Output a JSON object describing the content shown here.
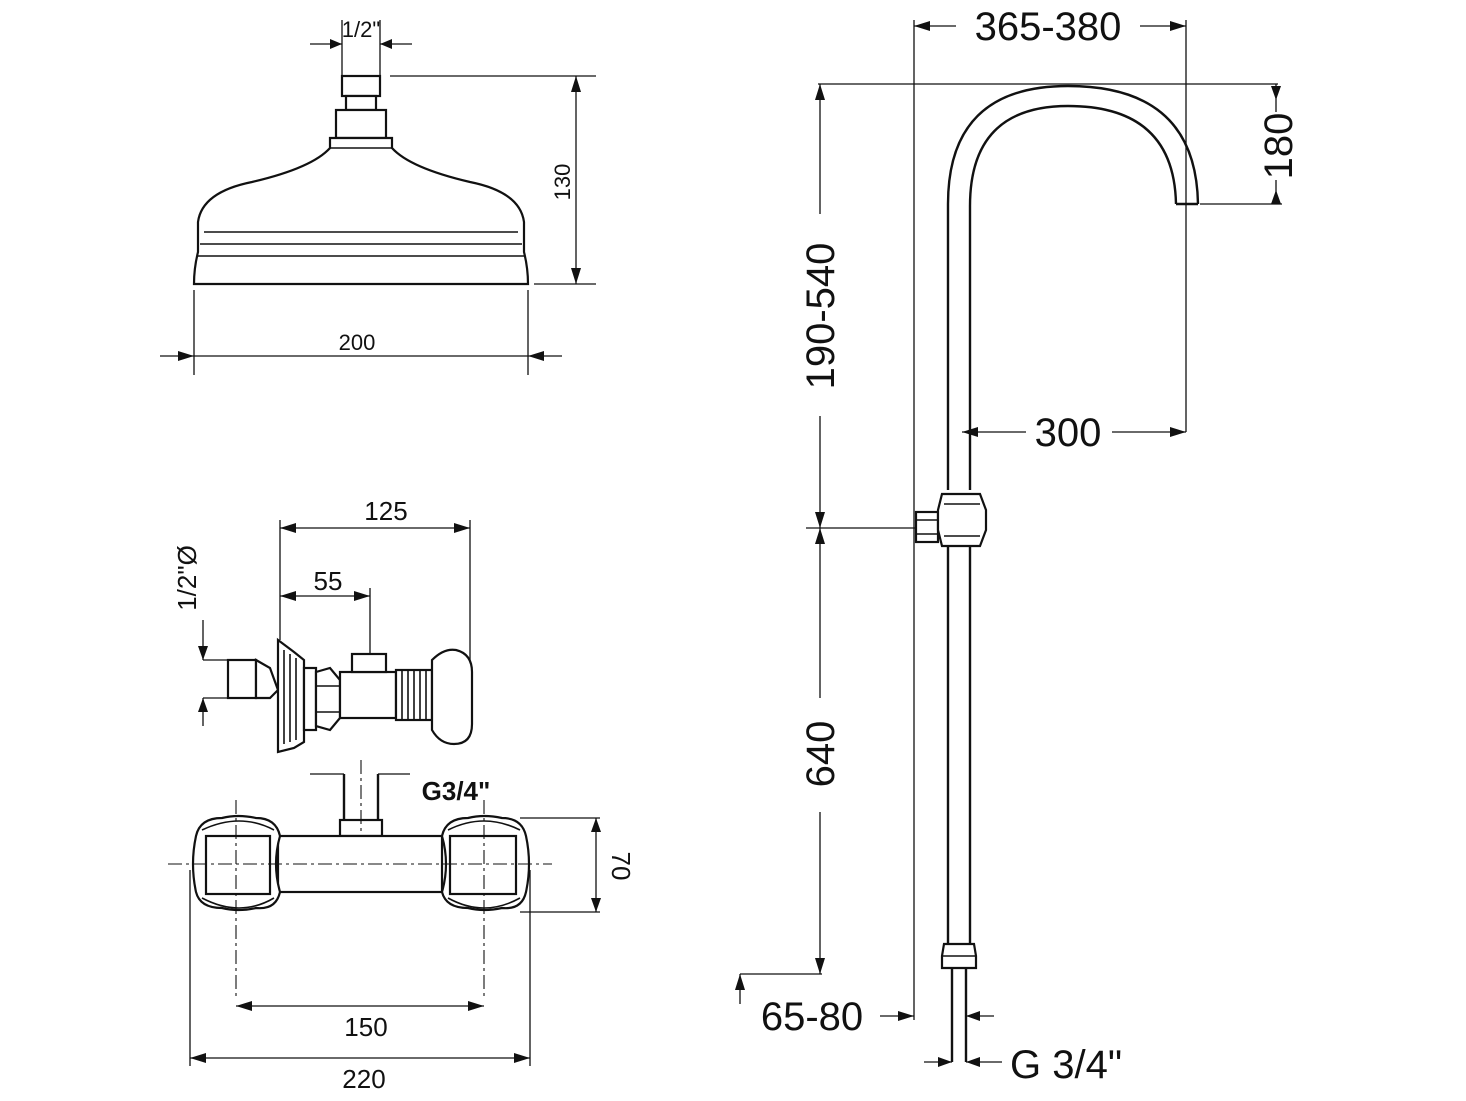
{
  "shower_head": {
    "inlet_label": "1/2\"",
    "height_label": "130",
    "width_label": "200"
  },
  "wall_valve": {
    "depth_label": "125",
    "inlet_offset_label": "55",
    "thread_label": "1/2\"Ø"
  },
  "mixer": {
    "outlet_label": "G3/4\"",
    "height_label": "70",
    "centers_label": "150",
    "width_label": "220"
  },
  "riser": {
    "projection_label": "365-380",
    "arm_drop_label": "180",
    "adjust_label": "190-540",
    "arm_reach_label": "300",
    "rail_label": "640",
    "base_offset_label": "65-80",
    "thread_label": "G 3/4\""
  }
}
